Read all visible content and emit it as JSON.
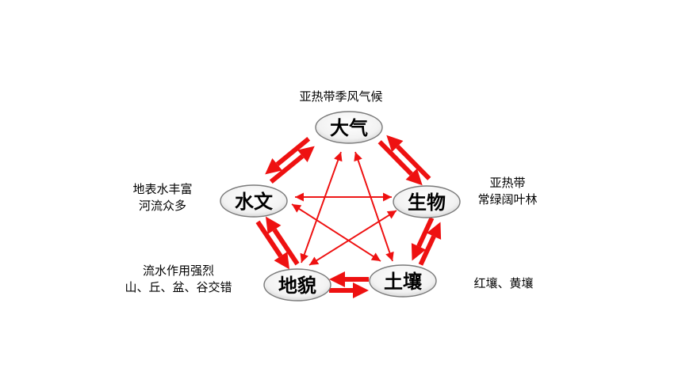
{
  "colors": {
    "arrow": "#ee1111",
    "node_fill_light": "#ffffff",
    "node_fill_dark": "#d8d8d8"
  },
  "nodes": {
    "daqi": "大气",
    "shengwu": "生物",
    "turang": "土壤",
    "dimao": "地貌",
    "shuiwen": "水文"
  },
  "annotations": {
    "daqi": "亚热带季风气候",
    "shuiwen": [
      "地表水丰富",
      "河流众多"
    ],
    "shengwu": [
      "亚热带",
      "常绿阔叶林"
    ],
    "dimao": [
      "流水作用强烈",
      "山、丘、盆、谷交错"
    ],
    "turang": "红壤、黄壤"
  }
}
